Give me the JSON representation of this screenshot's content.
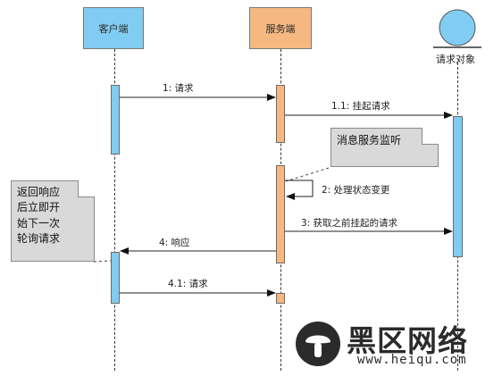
{
  "participants": {
    "client": {
      "label": "客户端",
      "color": "#80ccf2"
    },
    "server": {
      "label": "服务端",
      "color": "#f5b880"
    },
    "request_object": {
      "label": "请求对象",
      "color": "#80ccf2"
    }
  },
  "messages": {
    "m1": "1: 请求",
    "m1_1": "1.1: 挂起请求",
    "m2": "2: 处理状态变更",
    "m3": "3: 获取之前挂起的请求",
    "m4": "4: 响应",
    "m4_1": "4.1: 请求"
  },
  "notes": {
    "server_note": "消息服务监听",
    "client_note": [
      "返回响应",
      "后立即开",
      "始下一次",
      "轮询请求"
    ]
  },
  "watermark": {
    "title": "黑区网络",
    "url": "www.heiqu.com"
  },
  "colors": {
    "client_activation": "#80ccf2",
    "server_activation": "#f5b880",
    "object_activation": "#80ccf2"
  }
}
